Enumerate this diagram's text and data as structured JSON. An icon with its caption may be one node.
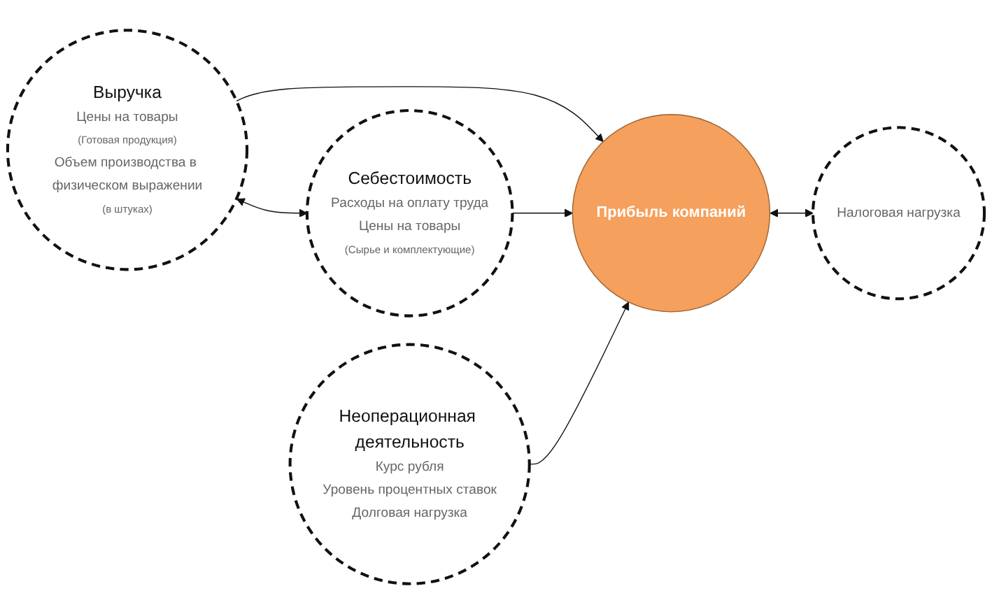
{
  "diagram": {
    "nodes": [
      {
        "text": [
          "Выручка",
          "Цены на товары",
          "(Готовая продукция)",
          "Объем производства в физическом выражении",
          "(в штуках)"
        ]
      },
      {
        "text": [
          "Себестоимость",
          "Расходы на оплату труда",
          "Цены на товары",
          "(Сырье и комплектующие)"
        ]
      },
      {
        "text": [
          "Прибыль компаний"
        ]
      },
      {
        "text": [
          "Неоперационная деятельность",
          "Курс рубля",
          "Уровень процентных ставок",
          "Долговая нагрузка"
        ]
      },
      {
        "text": [
          "Налоговая нагрузка"
        ]
      }
    ],
    "edges": [
      {
        "from": 0,
        "to": 1,
        "arrow": "both"
      },
      {
        "from": 0,
        "to": 2,
        "arrow": "to"
      },
      {
        "from": 1,
        "to": 2,
        "arrow": "to"
      },
      {
        "from": 3,
        "to": 2,
        "arrow": "to"
      },
      {
        "from": 2,
        "to": 4,
        "arrow": "both"
      }
    ]
  }
}
